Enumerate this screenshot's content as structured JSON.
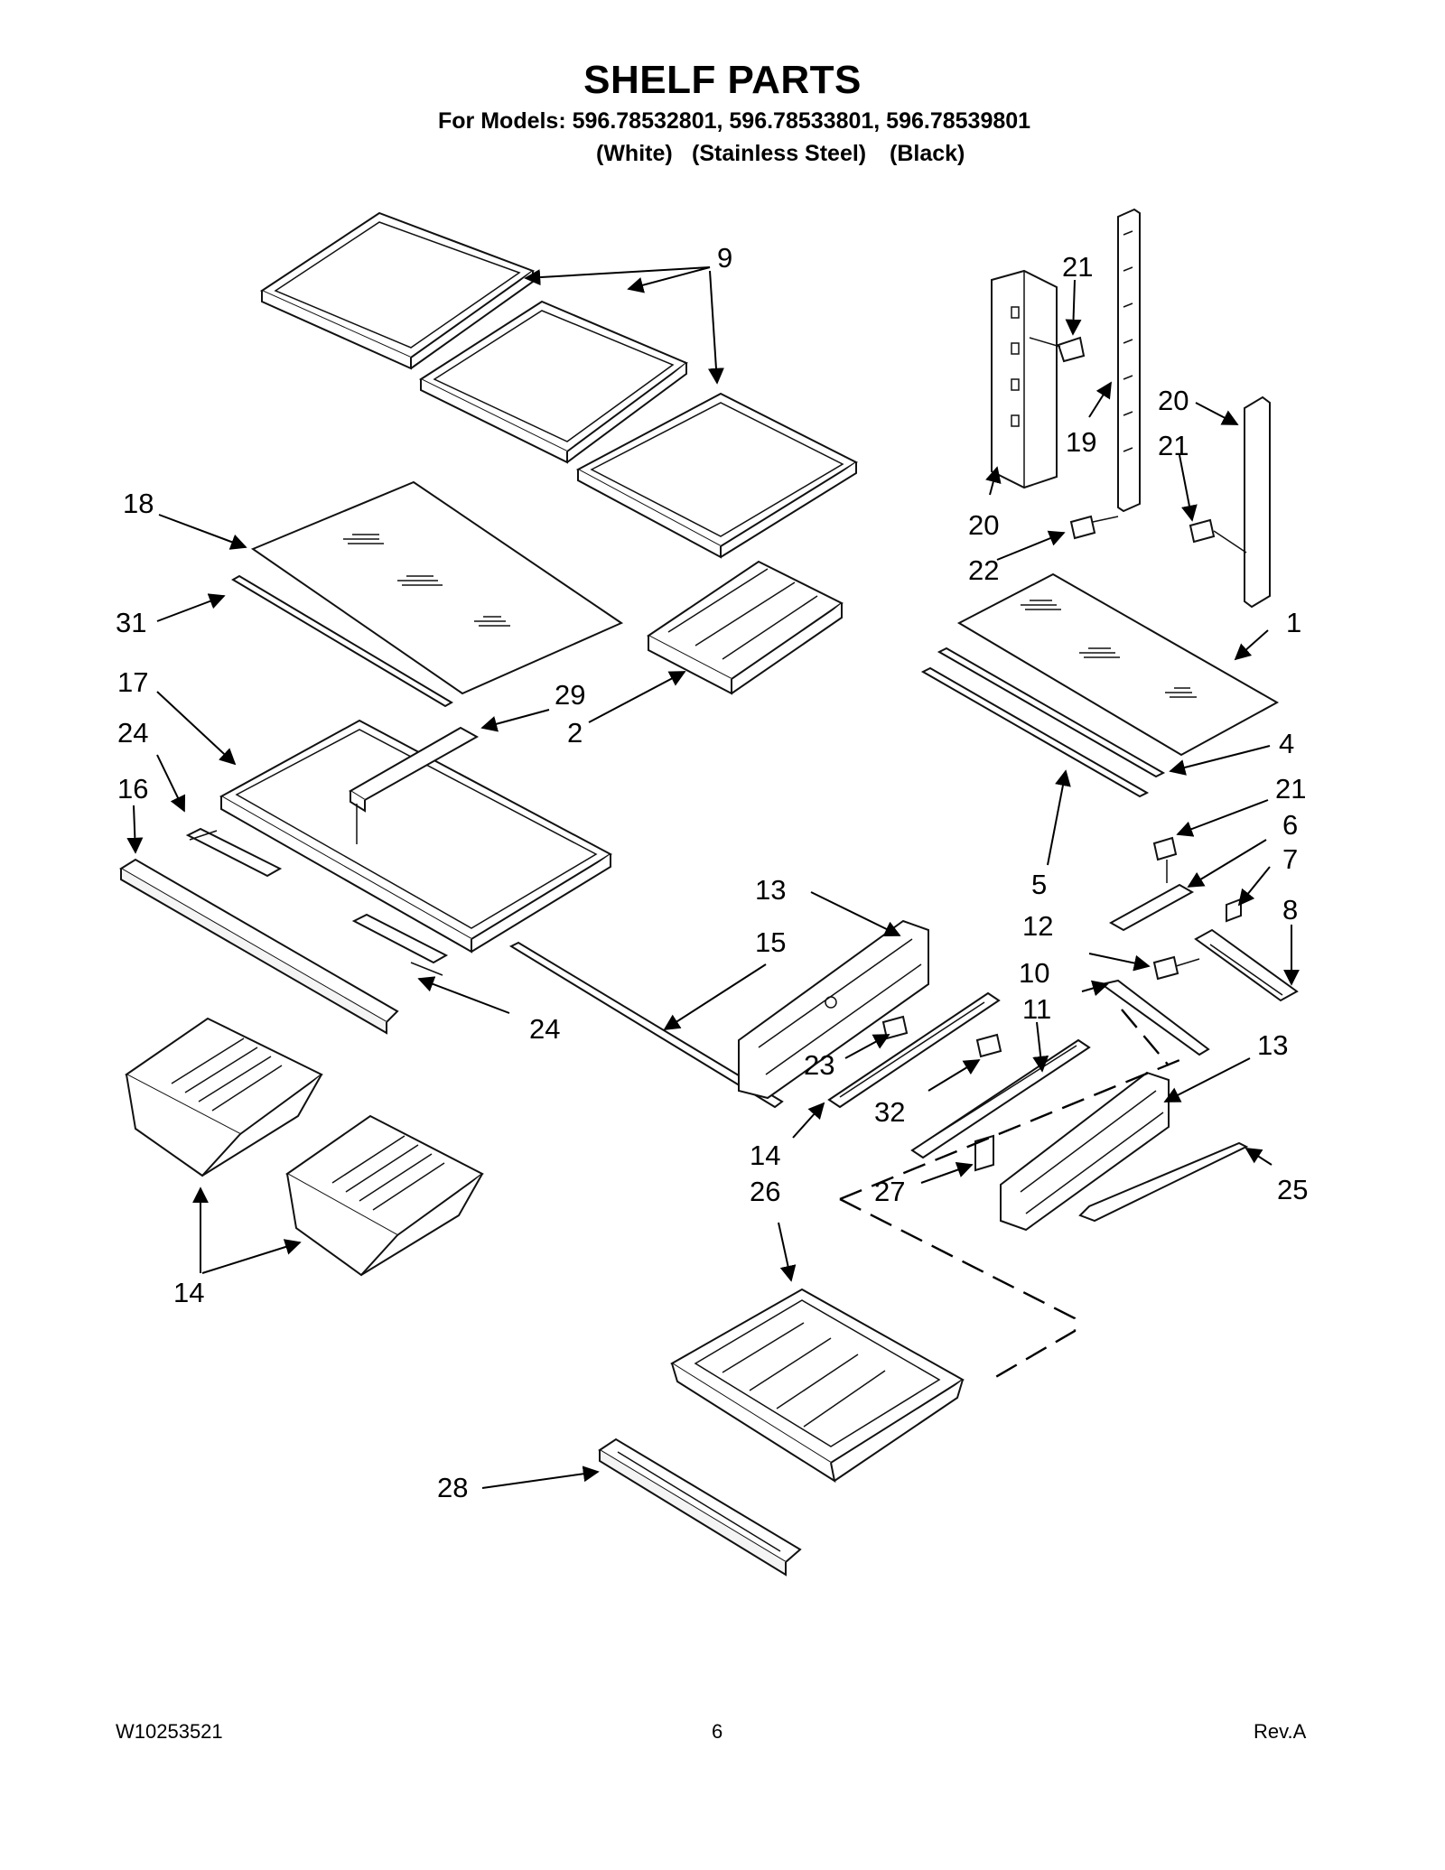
{
  "header": {
    "title": "SHELF PARTS",
    "models_line": "For Models: 596.78532801, 596.78533801, 596.78539801",
    "variants": [
      "(White)",
      "(Stainless Steel)",
      "(Black)"
    ]
  },
  "callouts": {
    "c9": "9",
    "c21a": "21",
    "c19": "19",
    "c20a": "20",
    "c21b": "21",
    "c20b": "20",
    "c22": "22",
    "c18": "18",
    "c31": "31",
    "c1": "1",
    "c17": "17",
    "c29": "29",
    "c2": "2",
    "c24a": "24",
    "c16": "16",
    "c4": "4",
    "c21c": "21",
    "c6": "6",
    "c7": "7",
    "c5": "5",
    "c8": "8",
    "c13a": "13",
    "c15": "15",
    "c12": "12",
    "c10": "10",
    "c11": "11",
    "c24b": "24",
    "c13b": "13",
    "c23": "23",
    "c32": "32",
    "c14a": "14",
    "c26": "26",
    "c27": "27",
    "c25": "25",
    "c14b": "14",
    "c28": "28"
  },
  "footer": {
    "doc_number": "W10253521",
    "page_number": "6",
    "revision": "Rev.A"
  }
}
